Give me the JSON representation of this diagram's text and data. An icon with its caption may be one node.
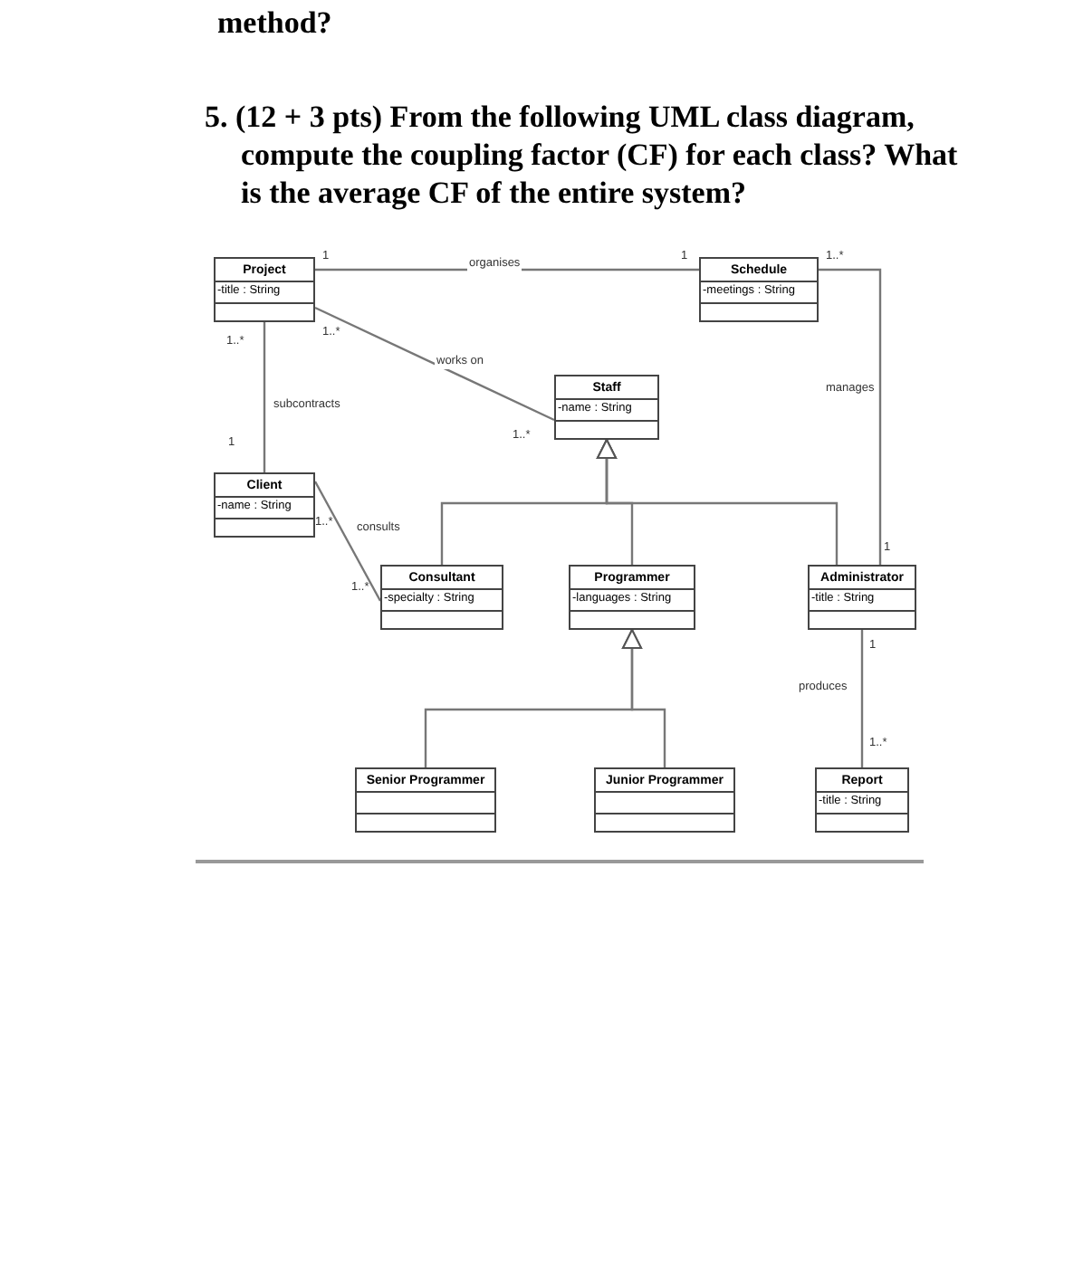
{
  "diagram": {
    "title": "5. (12 + 3 pts) From the following UML class diagram, compute the coupling factor (CF) for each class? What is the average CF of the entire system?",
    "nodes": [
      {
        "text": [
          "Project",
          "-title : String"
        ]
      },
      {
        "text": [
          "Schedule",
          "-meetings : String"
        ]
      },
      {
        "text": [
          "Staff",
          "-name : String"
        ]
      },
      {
        "text": [
          "Client",
          "-name : String"
        ]
      },
      {
        "text": [
          "Consultant",
          "-specialty : String"
        ]
      },
      {
        "text": [
          "Programmer",
          "-languages : String"
        ]
      },
      {
        "text": [
          "Administrator",
          "-title : String"
        ]
      },
      {
        "text": [
          "Senior Programmer"
        ]
      },
      {
        "text": [
          "Junior Programmer"
        ]
      },
      {
        "text": [
          "Report",
          "-title : String"
        ]
      }
    ],
    "edges": [
      {
        "from": 0,
        "to": 1,
        "arrow": "none",
        "label": "organises"
      },
      {
        "from": 0,
        "to": 2,
        "arrow": "none",
        "label": "works on"
      },
      {
        "from": 0,
        "to": 3,
        "arrow": "none",
        "label": "subcontracts"
      },
      {
        "from": 1,
        "to": 6,
        "arrow": "none",
        "label": "manages"
      },
      {
        "from": 3,
        "to": 4,
        "arrow": "none",
        "label": "consults"
      },
      {
        "from": 4,
        "to": 2,
        "arrow": "to"
      },
      {
        "from": 5,
        "to": 2,
        "arrow": "to"
      },
      {
        "from": 6,
        "to": 2,
        "arrow": "to"
      },
      {
        "from": 7,
        "to": 5,
        "arrow": "to"
      },
      {
        "from": 8,
        "to": 5,
        "arrow": "to"
      },
      {
        "from": 6,
        "to": 9,
        "arrow": "none",
        "label": "produces"
      }
    ],
    "labels": [
      "method?",
      "1",
      "1",
      "1..*",
      "1..*",
      "1..*",
      "1..*",
      "1",
      "1..*",
      "1",
      "1..*",
      "1",
      "1..*"
    ]
  }
}
